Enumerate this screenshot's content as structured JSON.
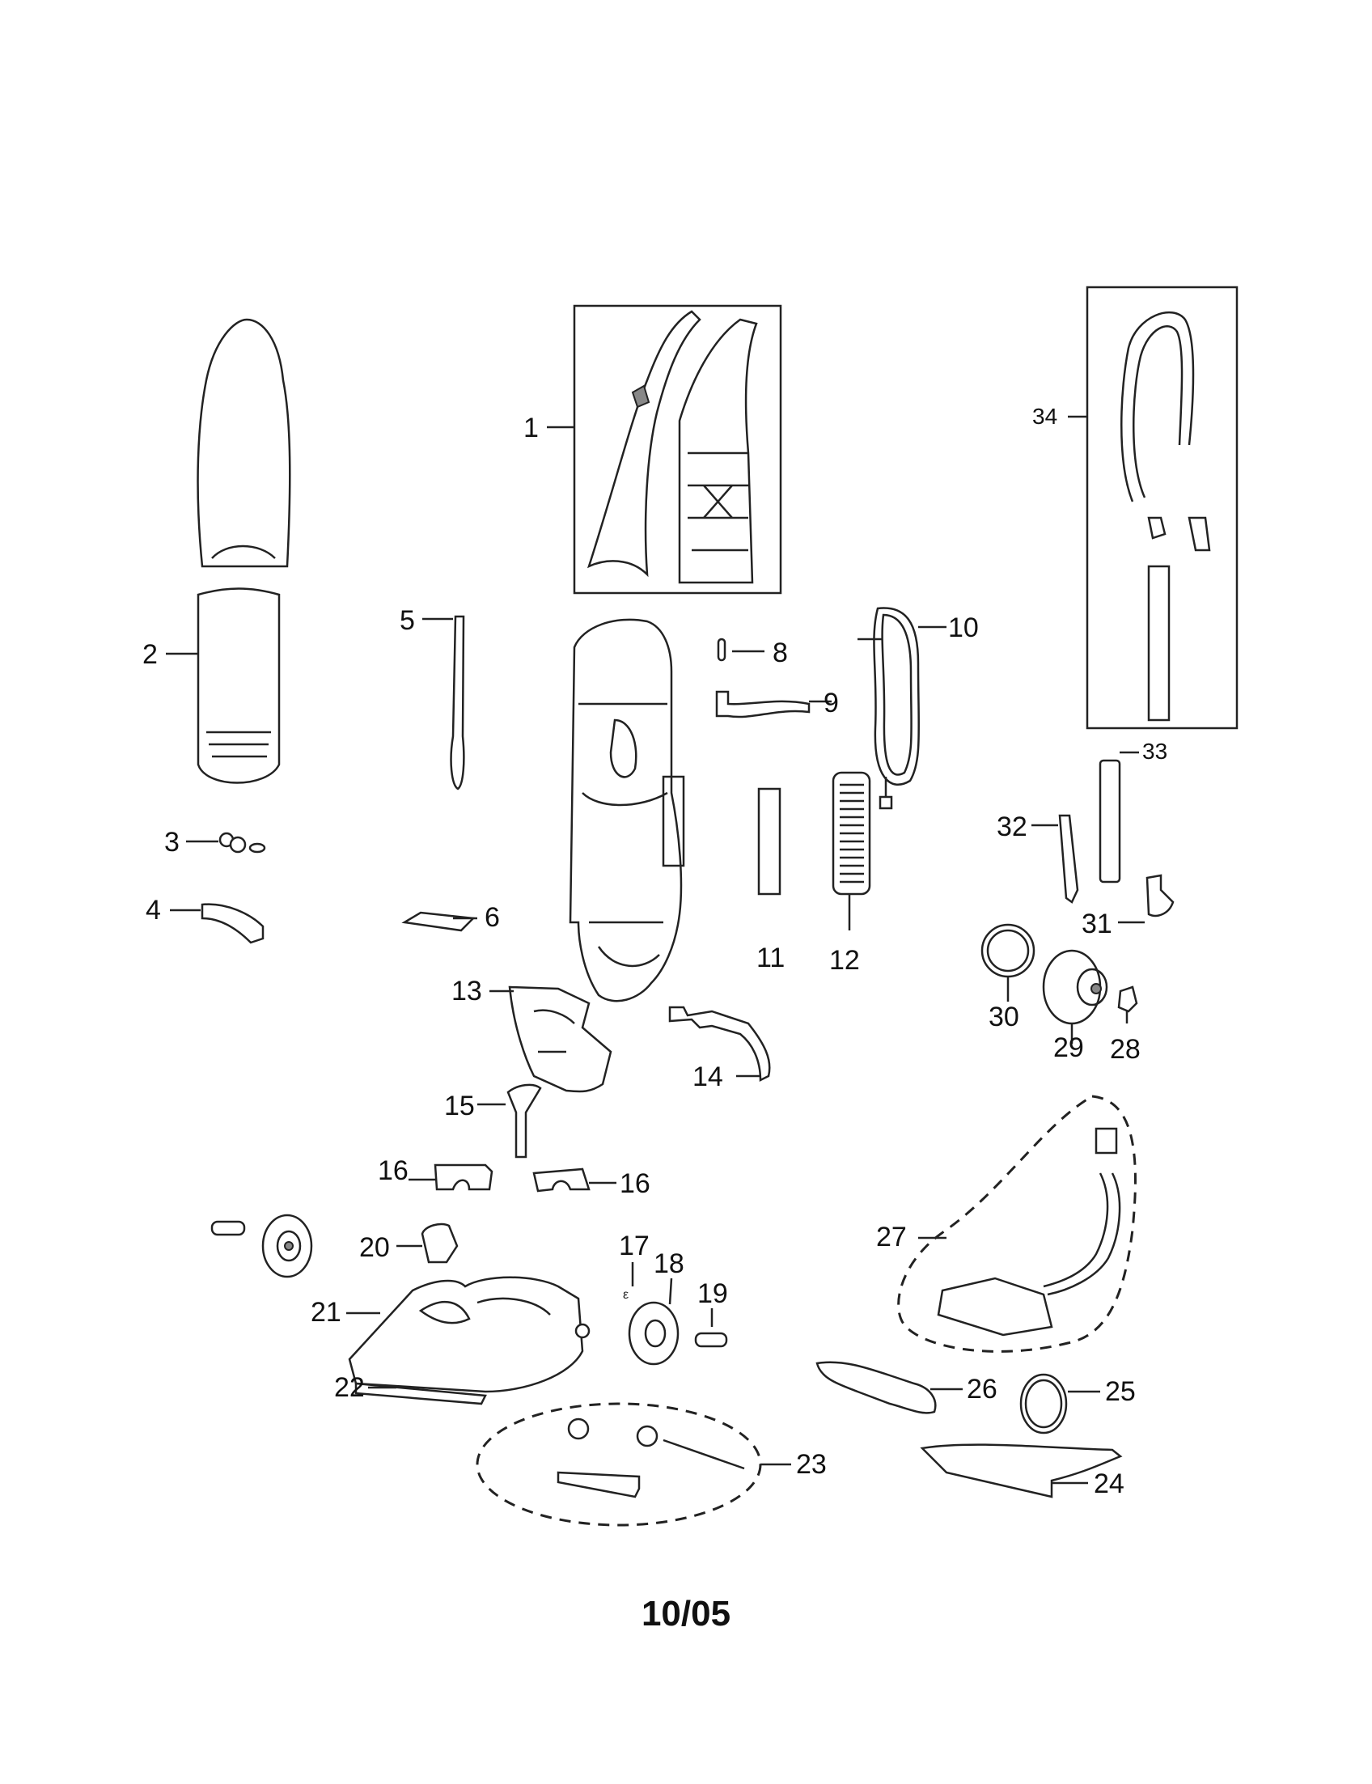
{
  "footer": {
    "revision": "10/05"
  },
  "callouts": [
    {
      "id": "c1",
      "text": "1"
    },
    {
      "id": "c2",
      "text": "2"
    },
    {
      "id": "c3",
      "text": "3"
    },
    {
      "id": "c4",
      "text": "4"
    },
    {
      "id": "c5",
      "text": "5"
    },
    {
      "id": "c6",
      "text": "6"
    },
    {
      "id": "c8",
      "text": "8"
    },
    {
      "id": "c9",
      "text": "9"
    },
    {
      "id": "c10",
      "text": "10"
    },
    {
      "id": "c11",
      "text": "11"
    },
    {
      "id": "c12",
      "text": "12"
    },
    {
      "id": "c13",
      "text": "13"
    },
    {
      "id": "c14",
      "text": "14"
    },
    {
      "id": "c15",
      "text": "15"
    },
    {
      "id": "c16a",
      "text": "16"
    },
    {
      "id": "c16b",
      "text": "16"
    },
    {
      "id": "c17",
      "text": "17"
    },
    {
      "id": "c18",
      "text": "18"
    },
    {
      "id": "c19",
      "text": "19"
    },
    {
      "id": "c20",
      "text": "20"
    },
    {
      "id": "c21",
      "text": "21"
    },
    {
      "id": "c22",
      "text": "22"
    },
    {
      "id": "c23",
      "text": "23"
    },
    {
      "id": "c24",
      "text": "24"
    },
    {
      "id": "c25",
      "text": "25"
    },
    {
      "id": "c26",
      "text": "26"
    },
    {
      "id": "c27",
      "text": "27"
    },
    {
      "id": "c28",
      "text": "28"
    },
    {
      "id": "c29",
      "text": "29"
    },
    {
      "id": "c30",
      "text": "30"
    },
    {
      "id": "c31",
      "text": "31"
    },
    {
      "id": "c32",
      "text": "32"
    },
    {
      "id": "c33",
      "text": "33"
    },
    {
      "id": "c34",
      "text": "34"
    }
  ]
}
